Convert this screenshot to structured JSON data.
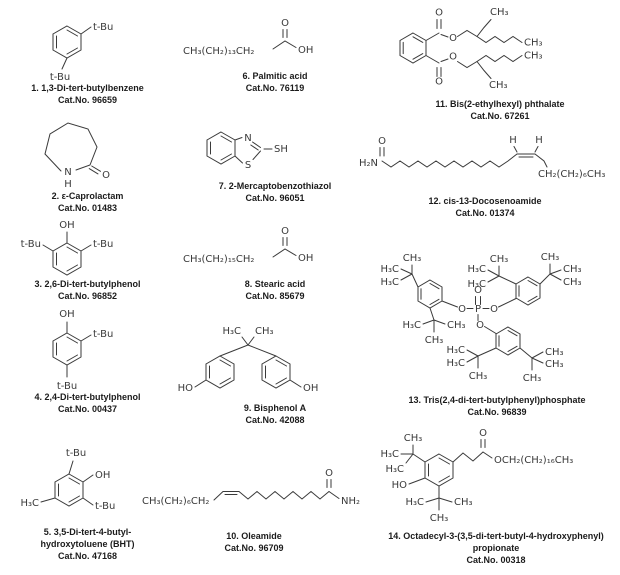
{
  "figure": {
    "description_colors": {
      "ink": "#3a3a3a",
      "caption": "#1b1b1b",
      "background": "#ffffff"
    }
  },
  "atoms": {
    "o": "O",
    "oh": "OH",
    "ho": "HO",
    "n": "N",
    "h": "H",
    "s": "S",
    "sh": "SH",
    "p": "P",
    "nh2": "NH₂",
    "h2n": "H₂N",
    "tbu": "t-Bu",
    "h3c": "H₃C",
    "ch3": "CH₃"
  },
  "compounds": [
    {
      "lines": [
        "1. 1,3-Di-tert-butylbenzene"
      ],
      "cat": "Cat.No. 96659"
    },
    {
      "lines": [
        "2. ε-Caprolactam"
      ],
      "cat": "Cat.No. 01483"
    },
    {
      "lines": [
        "3. 2,6-Di-tert-butylphenol"
      ],
      "cat": "Cat.No. 96852"
    },
    {
      "lines": [
        "4. 2,4-Di-tert-butylphenol"
      ],
      "cat": "Cat.No. 00437"
    },
    {
      "lines": [
        "5. 3,5-Di-tert-4-butyl-",
        "hydroxytoluene (BHT)"
      ],
      "cat": "Cat.No. 47168"
    },
    {
      "lines": [
        "6. Palmitic acid"
      ],
      "cat": "Cat.No. 76119",
      "chain": "CH₃(CH₂)₁₃CH₂"
    },
    {
      "lines": [
        "7. 2-Mercaptobenzothiazol"
      ],
      "cat": "Cat.No. 96051"
    },
    {
      "lines": [
        "8. Stearic acid"
      ],
      "cat": "Cat.No. 85679",
      "chain": "CH₃(CH₂)₁₅CH₂"
    },
    {
      "lines": [
        "9. Bisphenol A"
      ],
      "cat": "Cat.No. 42088"
    },
    {
      "lines": [
        "10. Oleamide"
      ],
      "cat": "Cat.No. 96709",
      "chain": "CH₃(CH₂)₆CH₂"
    },
    {
      "lines": [
        "11. Bis(2-ethylhexyl) phthalate"
      ],
      "cat": "Cat.No. 67261"
    },
    {
      "lines": [
        "12. cis-13-Docosenoamide"
      ],
      "cat": "Cat.No. 01374",
      "chain": "CH₂(CH₂)₆CH₃"
    },
    {
      "lines": [
        "13. Tris(2,4-di-tert-butylphenyl)phosphate"
      ],
      "cat": "Cat.No. 96839"
    },
    {
      "lines": [
        "14. Octadecyl-3-(3,5-di-tert-butyl-4-hydroxyphenyl)",
        "propionate"
      ],
      "cat": "Cat.No. 00318",
      "chain": "OCH₂(CH₂)₁₆CH₃"
    }
  ]
}
